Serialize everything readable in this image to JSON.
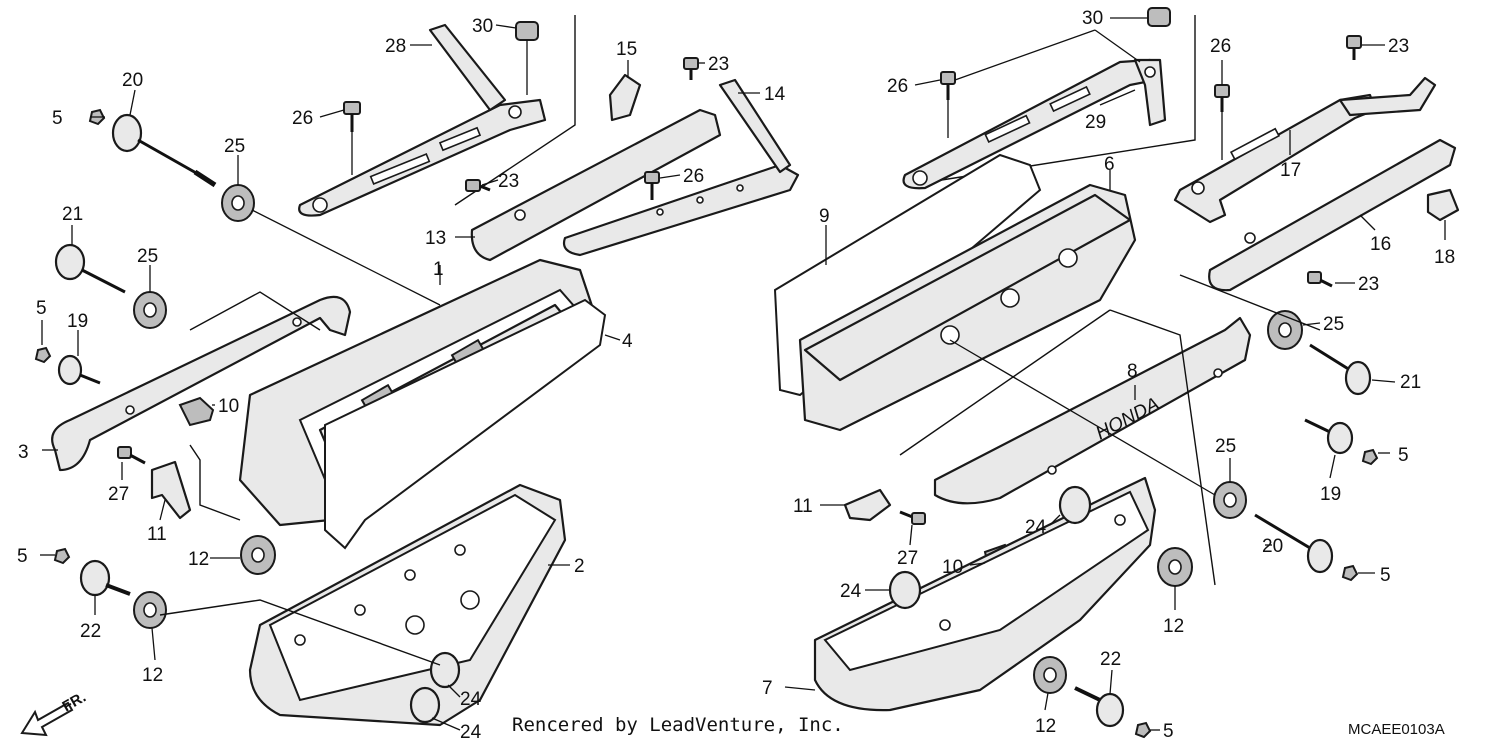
{
  "diagram": {
    "credit": "Rencered by LeadVenture, Inc.",
    "code": "MCAEE0103A",
    "direction_label": "FR.",
    "brand_mark": "HONDA",
    "callouts": [
      "1",
      "2",
      "3",
      "4",
      "5",
      "6",
      "7",
      "8",
      "9",
      "10",
      "11",
      "12",
      "13",
      "14",
      "15",
      "16",
      "17",
      "18",
      "19",
      "20",
      "21",
      "22",
      "23",
      "24",
      "25",
      "26",
      "27",
      "28",
      "29",
      "30"
    ]
  }
}
